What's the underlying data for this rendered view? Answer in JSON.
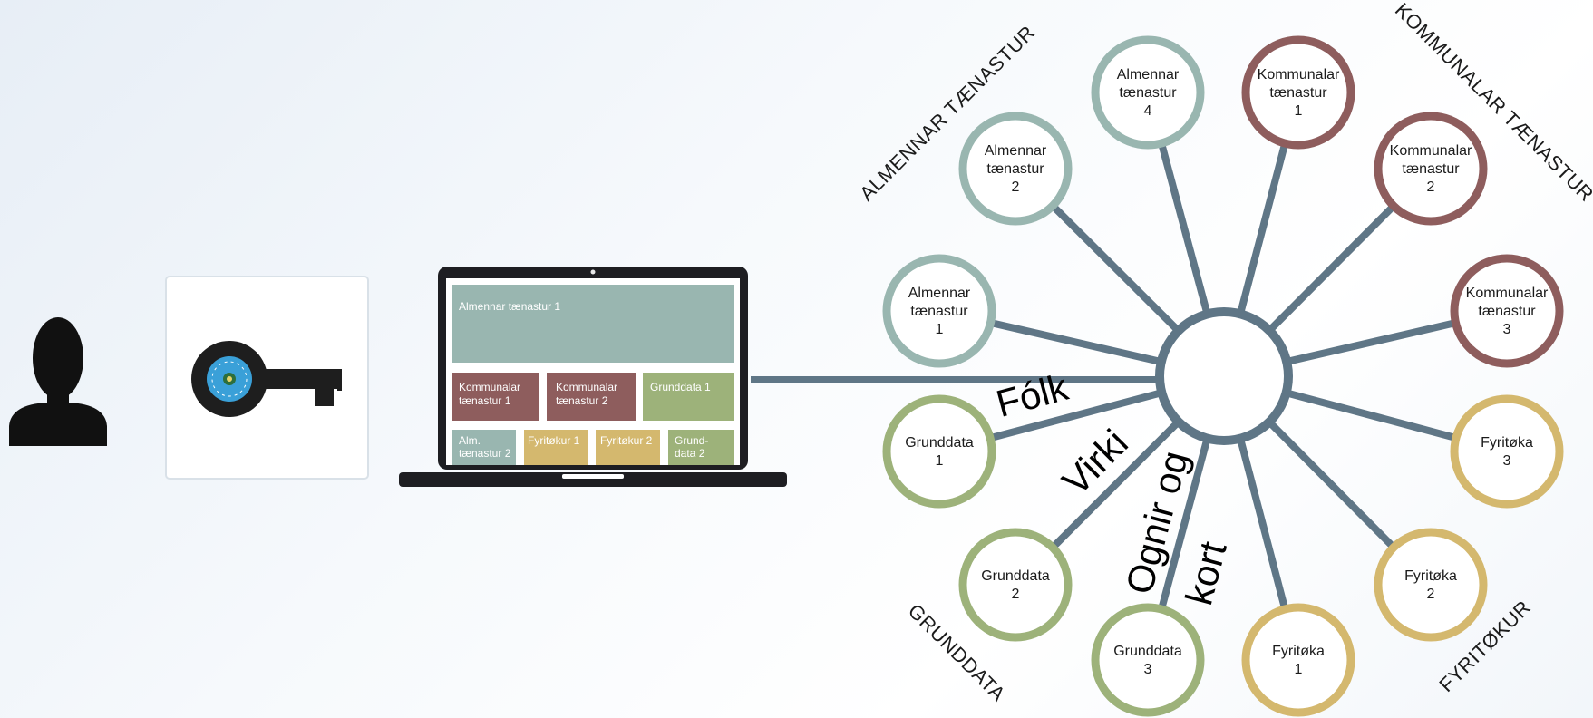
{
  "colors": {
    "spoke": "#5f7686",
    "almennar": "#99b6b0",
    "kommunalar": "#8e5d5d",
    "grunddata": "#9db27a",
    "fyritoka": "#d4b86e",
    "laptop": "#1e1e22",
    "icon": "#111111",
    "key_accent": "#3aa0d8"
  },
  "icons": {
    "user": "user-silhouette-icon",
    "key": "key-icon",
    "laptop": "laptop-icon"
  },
  "laptop_tiles": {
    "hero": "Almennar tænastur 1",
    "kommunalar_1": [
      "Kommunalar",
      "tænastur 1"
    ],
    "kommunalar_2": [
      "Kommunalar",
      "tænastur 2"
    ],
    "grunddata_1": "Grunddata 1",
    "alm_2": [
      "Alm.",
      "tænastur 2"
    ],
    "fyritokur_1": "Fyritøkur 1",
    "fyritokur_2": "Fyritøkur 2",
    "grunddata_2": [
      "Grund-",
      "data 2"
    ]
  },
  "hub_nodes": [
    {
      "group": "almennar",
      "lines": [
        "Almennar",
        "tænastur",
        "1"
      ]
    },
    {
      "group": "almennar",
      "lines": [
        "Almennar",
        "tænastur",
        "2"
      ]
    },
    {
      "group": "almennar",
      "lines": [
        "Almennar",
        "tænastur",
        "4"
      ]
    },
    {
      "group": "kommunalar",
      "lines": [
        "Kommunalar",
        "tænastur",
        "1"
      ]
    },
    {
      "group": "kommunalar",
      "lines": [
        "Kommunalar",
        "tænastur",
        "2"
      ]
    },
    {
      "group": "kommunalar",
      "lines": [
        "Kommunalar",
        "tænastur",
        "3"
      ]
    },
    {
      "group": "fyritoka",
      "lines": [
        "Fyritøka",
        "3"
      ]
    },
    {
      "group": "fyritoka",
      "lines": [
        "Fyritøka",
        "2"
      ]
    },
    {
      "group": "fyritoka",
      "lines": [
        "Fyritøka",
        "1"
      ]
    },
    {
      "group": "grunddata",
      "lines": [
        "Grunddata",
        "3"
      ]
    },
    {
      "group": "grunddata",
      "lines": [
        "Grunddata",
        "2"
      ]
    },
    {
      "group": "grunddata",
      "lines": [
        "Grunddata",
        "1"
      ]
    }
  ],
  "group_labels": {
    "almennar": "ALMENNAR TÆNASTUR",
    "kommunalar": "KOMMUNALAR TÆNASTUR",
    "grunddata": "GRUNDDATA",
    "fyritokur": "FYRITØKUR"
  },
  "spoke_labels": {
    "folk": "Fólk",
    "virki": "Virki",
    "ognir_og": "Ognir og",
    "kort": "kort"
  }
}
